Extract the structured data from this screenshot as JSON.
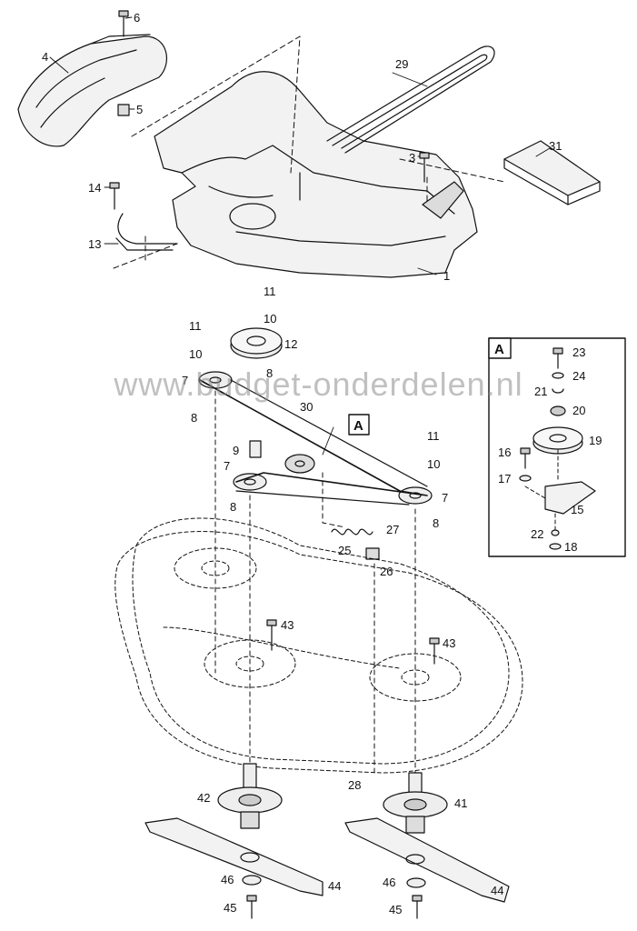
{
  "watermark": "www.budget-onderdelen.nl",
  "detail_title": "A",
  "callout_label": "A",
  "parts": {
    "p1": "1",
    "p3": "3",
    "p4": "4",
    "p5": "5",
    "p6": "6",
    "p7a": "7",
    "p7b": "7",
    "p7c": "7",
    "p8a": "8",
    "p8b": "8",
    "p8c": "8",
    "p8d": "8",
    "p9": "9",
    "p10a": "10",
    "p10b": "10",
    "p10c": "10",
    "p11a": "11",
    "p11b": "11",
    "p11c": "11",
    "p12": "12",
    "p13": "13",
    "p14": "14",
    "p15": "15",
    "p16": "16",
    "p17": "17",
    "p18": "18",
    "p19": "19",
    "p20": "20",
    "p21": "21",
    "p22": "22",
    "p23": "23",
    "p24": "24",
    "p25": "25",
    "p26": "26",
    "p27": "27",
    "p28": "28",
    "p29": "29",
    "p30": "30",
    "p31": "31",
    "p41": "41",
    "p42": "42",
    "p43a": "43",
    "p43b": "43",
    "p44a": "44",
    "p44b": "44",
    "p45a": "45",
    "p45b": "45",
    "p46a": "46",
    "p46b": "46"
  }
}
